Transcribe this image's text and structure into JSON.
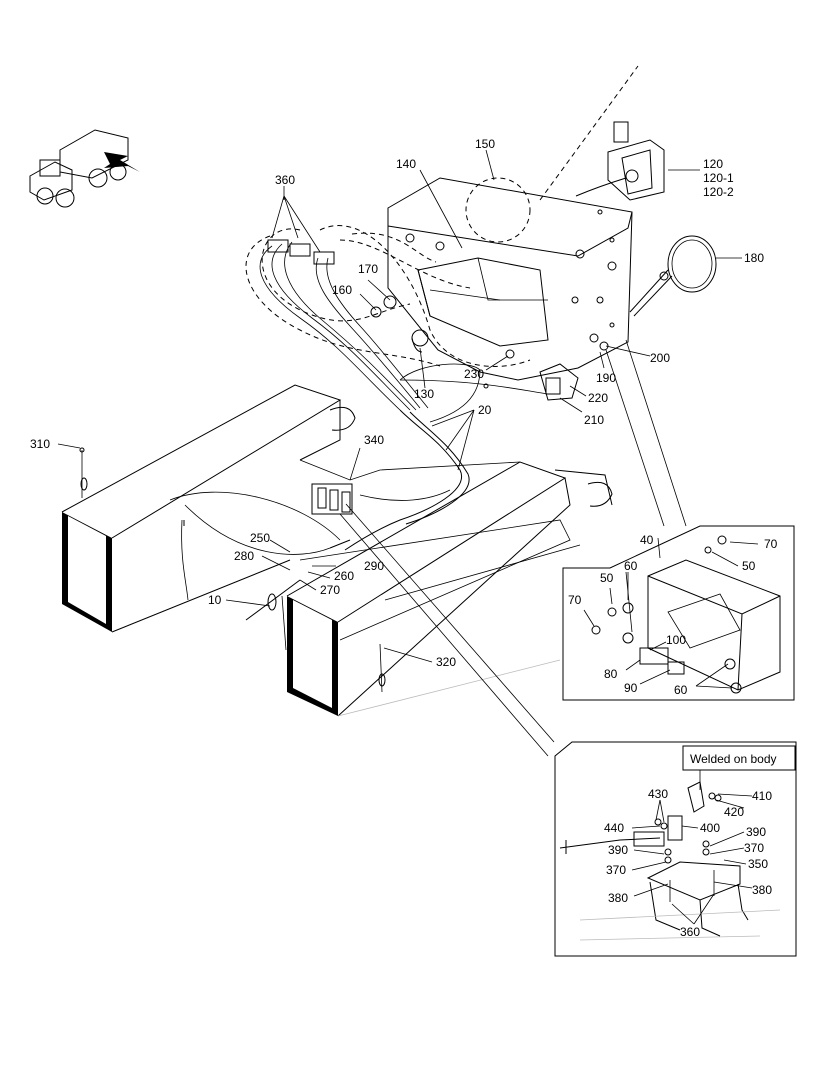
{
  "diagram": {
    "note": "Welded on body",
    "callouts_main": [
      "150",
      "140",
      "120",
      "120-1",
      "120-2",
      "360",
      "170",
      "160",
      "180",
      "200",
      "190",
      "230",
      "130",
      "220",
      "210",
      "20",
      "340",
      "310",
      "250",
      "280",
      "290",
      "260",
      "270",
      "10",
      "320"
    ],
    "callouts_detail_a": [
      "40",
      "70",
      "50",
      "60",
      "50",
      "70",
      "100",
      "80",
      "90",
      "60"
    ],
    "callouts_detail_b": [
      "430",
      "410",
      "420",
      "440",
      "400",
      "390",
      "390",
      "370",
      "370",
      "350",
      "380",
      "380",
      "360"
    ]
  }
}
